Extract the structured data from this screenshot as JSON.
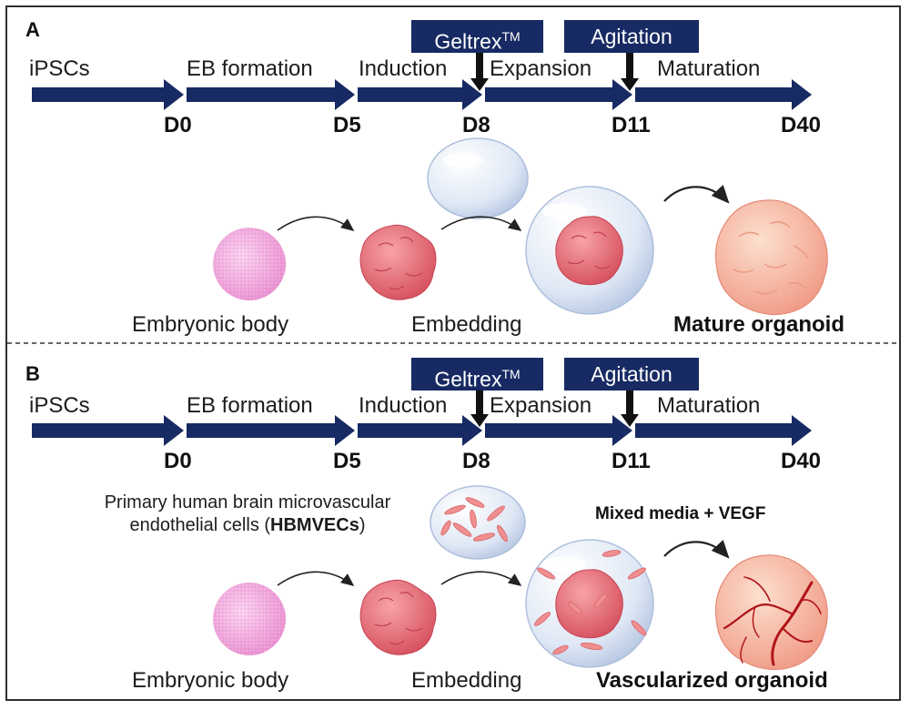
{
  "panels": [
    {
      "label": "A",
      "stages": [
        "iPSCs",
        "EB formation",
        "Induction",
        "Expansion",
        "Maturation"
      ],
      "days": [
        "D0",
        "D5",
        "D8",
        "D11",
        "D40"
      ],
      "boxes": {
        "geltrex": "Geltrex",
        "geltrex_sup": "TM",
        "agitation": "Agitation"
      },
      "captions": {
        "eb": "Embryonic body",
        "embedding": "Embedding",
        "final": "Mature organoid"
      }
    },
    {
      "label": "B",
      "stages": [
        "iPSCs",
        "EB formation",
        "Induction",
        "Expansion",
        "Maturation"
      ],
      "days": [
        "D0",
        "D5",
        "D8",
        "D11",
        "D40"
      ],
      "boxes": {
        "geltrex": "Geltrex",
        "geltrex_sup": "TM",
        "agitation": "Agitation"
      },
      "captions": {
        "eb": "Embryonic body",
        "embedding": "Embedding",
        "final": "Vascularized organoid"
      },
      "cells_line1": "Primary human brain microvascular",
      "cells_line2_pre": "endothelial cells (",
      "cells_line2_bold": "HBMVECs",
      "cells_line2_post": ")",
      "media": "Mixed media + VEGF"
    }
  ],
  "colors": {
    "arrow": "#172a63",
    "eb": "#f2a6dc",
    "organoid": "#e8707c",
    "mature": "#f7b89c",
    "vessel": "#b01418"
  }
}
